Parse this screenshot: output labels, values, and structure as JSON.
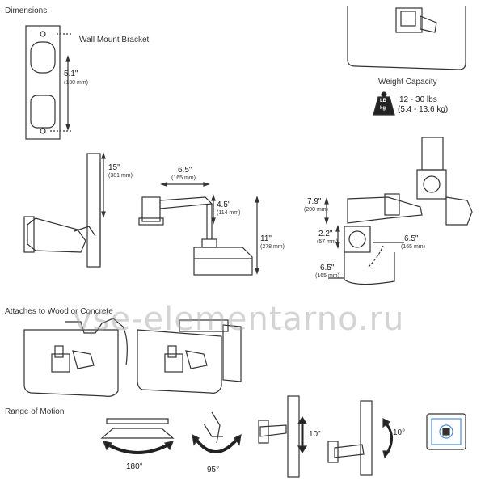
{
  "sections": {
    "dimensions": "Dimensions",
    "attaches": "Attaches to Wood or Concrete",
    "range": "Range of Motion"
  },
  "bracket": {
    "title": "Wall Mount Bracket",
    "height_in": "5.1\"",
    "height_mm": "(130 mm)"
  },
  "weight": {
    "title": "Weight Capacity",
    "badge_top": "LB",
    "badge_bottom": "kg",
    "lbs": "12 - 30 lbs",
    "kg": "(5.4 - 13.6 kg)"
  },
  "side_view": {
    "h_in": "15\"",
    "h_mm": "(381 mm)"
  },
  "arm_view": {
    "w_in": "6.5\"",
    "w_mm": "(165 mm)",
    "h1_in": "4.5\"",
    "h1_mm": "(114 mm)",
    "h2_in": "11\"",
    "h2_mm": "(278 mm)"
  },
  "top_view": {
    "a_in": "7.9\"",
    "a_mm": "(200 mm)",
    "b_in": "2.2\"",
    "b_mm": "(57 mm)",
    "c_in": "6.5\"",
    "c_mm": "(165 mm)",
    "d_in": "6.5\"",
    "d_mm": "(165 mm)"
  },
  "motion": {
    "rot1": "180°",
    "rot2": "95°",
    "lift": "10\"",
    "tilt": "10°"
  },
  "watermark": "vse-elementarno.ru"
}
